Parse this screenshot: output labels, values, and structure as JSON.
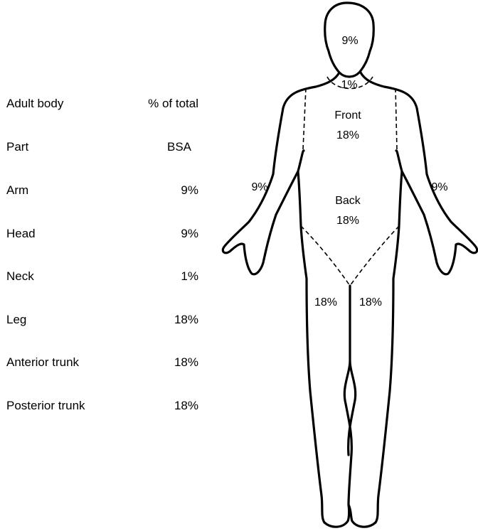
{
  "table": {
    "header": {
      "col1_line1": "Adult body",
      "col1_line2": "Part",
      "col2_line1": "% of total",
      "col2_line2": "BSA"
    },
    "rows": [
      {
        "part": "Arm",
        "value": "9%"
      },
      {
        "part": "Head",
        "value": "9%"
      },
      {
        "part": "Neck",
        "value": "1%"
      },
      {
        "part": "Leg",
        "value": "18%"
      },
      {
        "part": "Anterior trunk",
        "value": "18%"
      },
      {
        "part": "Posterior trunk",
        "value": "18%"
      }
    ]
  },
  "figure": {
    "head": "9%",
    "neck": "1%",
    "trunk_front_label": "Front",
    "trunk_front_value": "18%",
    "trunk_back_label": "Back",
    "trunk_back_value": "18%",
    "arm_left": "9%",
    "arm_right": "9%",
    "leg_left": "18%",
    "leg_right": "18%"
  }
}
